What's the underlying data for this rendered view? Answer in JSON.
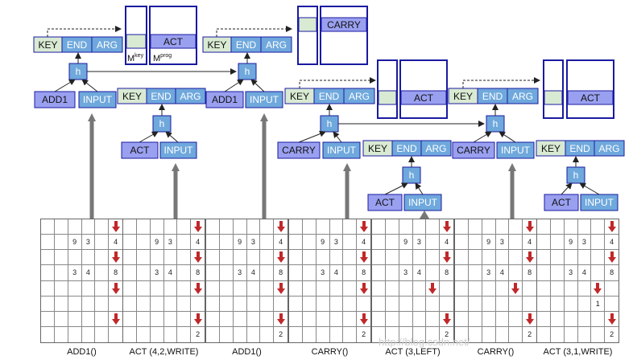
{
  "colors": {
    "key_fill": "#d9ead3",
    "tensor_fill": "#6fa8dc",
    "purple_fill": "#9aa0f0",
    "border_blue": "#1a1aa0",
    "arrow_red": "#c0282a",
    "arrow_gray": "#777777"
  },
  "labels": {
    "key": "KEY",
    "end": "END",
    "arg": "ARG",
    "h": "h",
    "input": "INPUT",
    "act": "ACT",
    "carry": "CARRY",
    "add1": "ADD1"
  },
  "memory": {
    "key_label": "M",
    "key_sup": "key",
    "prog_label": "M",
    "prog_sup": "prog"
  },
  "grids": [
    {
      "caption": "ADD1()",
      "rows": [
        [
          "",
          "",
          "",
          "",
          "",
          "arrow"
        ],
        [
          "",
          "",
          "9",
          "3",
          "",
          "4"
        ],
        [
          "",
          "",
          "",
          "",
          "",
          "arrow"
        ],
        [
          "",
          "",
          "3",
          "4",
          "",
          "8"
        ],
        [
          "",
          "",
          "",
          "",
          "",
          "arrow"
        ],
        [
          "",
          "",
          "",
          "",
          "",
          ""
        ],
        [
          "",
          "",
          "",
          "",
          "",
          "arrow"
        ],
        [
          "",
          "",
          "",
          "",
          "",
          ""
        ]
      ]
    },
    {
      "caption": "ACT (4,2,WRITE)",
      "rows": [
        [
          "",
          "",
          "",
          "",
          "",
          "arrow"
        ],
        [
          "",
          "",
          "9",
          "3",
          "",
          "4"
        ],
        [
          "",
          "",
          "",
          "",
          "",
          "arrow"
        ],
        [
          "",
          "",
          "3",
          "4",
          "",
          "8"
        ],
        [
          "",
          "",
          "",
          "",
          "",
          "arrow"
        ],
        [
          "",
          "",
          "",
          "",
          "",
          ""
        ],
        [
          "",
          "",
          "",
          "",
          "",
          "arrow"
        ],
        [
          "",
          "",
          "",
          "",
          "",
          "2"
        ]
      ]
    },
    {
      "caption": "ADD1()",
      "rows": [
        [
          "",
          "",
          "",
          "",
          "",
          "arrow"
        ],
        [
          "",
          "",
          "9",
          "3",
          "",
          "4"
        ],
        [
          "",
          "",
          "",
          "",
          "",
          "arrow"
        ],
        [
          "",
          "",
          "3",
          "4",
          "",
          "8"
        ],
        [
          "",
          "",
          "",
          "",
          "",
          "arrow"
        ],
        [
          "",
          "",
          "",
          "",
          "",
          ""
        ],
        [
          "",
          "",
          "",
          "",
          "",
          "arrow"
        ],
        [
          "",
          "",
          "",
          "",
          "",
          "2"
        ]
      ]
    },
    {
      "caption": "CARRY()",
      "rows": [
        [
          "",
          "",
          "",
          "",
          "",
          "arrow"
        ],
        [
          "",
          "",
          "9",
          "3",
          "",
          "4"
        ],
        [
          "",
          "",
          "",
          "",
          "",
          "arrow"
        ],
        [
          "",
          "",
          "3",
          "4",
          "",
          "8"
        ],
        [
          "",
          "",
          "",
          "",
          "",
          "arrow"
        ],
        [
          "",
          "",
          "",
          "",
          "",
          ""
        ],
        [
          "",
          "",
          "",
          "",
          "",
          "arrow"
        ],
        [
          "",
          "",
          "",
          "",
          "",
          "2"
        ]
      ]
    },
    {
      "caption": "ACT (3,LEFT)",
      "rows": [
        [
          "",
          "",
          "",
          "",
          "",
          "arrow"
        ],
        [
          "",
          "",
          "9",
          "3",
          "",
          "4"
        ],
        [
          "",
          "",
          "",
          "",
          "",
          "arrow"
        ],
        [
          "",
          "",
          "3",
          "4",
          "",
          "8"
        ],
        [
          "",
          "",
          "",
          "",
          "arrow",
          ""
        ],
        [
          "",
          "",
          "",
          "",
          "",
          ""
        ],
        [
          "",
          "",
          "",
          "",
          "",
          "arrow"
        ],
        [
          "",
          "",
          "",
          "",
          "",
          "2"
        ]
      ]
    },
    {
      "caption": "CARRY()",
      "rows": [
        [
          "",
          "",
          "",
          "",
          "",
          "arrow"
        ],
        [
          "",
          "",
          "9",
          "3",
          "",
          "4"
        ],
        [
          "",
          "",
          "",
          "",
          "",
          "arrow"
        ],
        [
          "",
          "",
          "3",
          "4",
          "",
          "8"
        ],
        [
          "",
          "",
          "",
          "",
          "arrow",
          ""
        ],
        [
          "",
          "",
          "",
          "",
          "",
          ""
        ],
        [
          "",
          "",
          "",
          "",
          "",
          "arrow"
        ],
        [
          "",
          "",
          "",
          "",
          "",
          "2"
        ]
      ]
    },
    {
      "caption": "ACT (3,1,WRITE)",
      "rows": [
        [
          "",
          "",
          "",
          "",
          "",
          "arrow"
        ],
        [
          "",
          "",
          "9",
          "3",
          "",
          "4"
        ],
        [
          "",
          "",
          "",
          "",
          "",
          "arrow"
        ],
        [
          "",
          "",
          "3",
          "4",
          "",
          "8"
        ],
        [
          "",
          "",
          "",
          "",
          "arrow",
          ""
        ],
        [
          "",
          "",
          "",
          "",
          "1",
          ""
        ],
        [
          "",
          "",
          "",
          "",
          "",
          "arrow"
        ],
        [
          "",
          "",
          "",
          "",
          "",
          "2"
        ]
      ]
    }
  ]
}
